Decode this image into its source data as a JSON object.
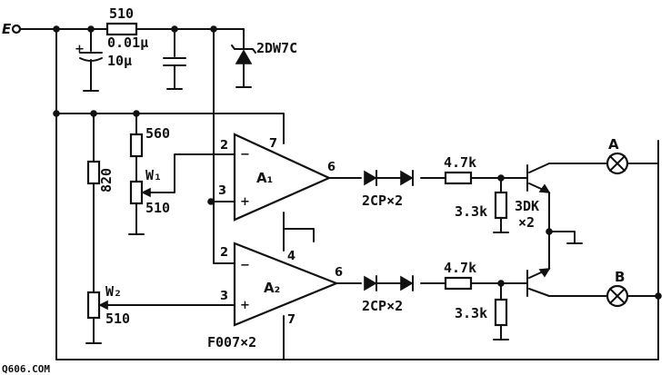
{
  "supply": {
    "symbol": "E"
  },
  "components": {
    "r_input": "510",
    "c_small": "0.01μ",
    "c_large": "10μ",
    "zener": "2DW7C",
    "r560": "560",
    "r820": "820",
    "w1": "W₁",
    "w1_value": "510",
    "w2": "W₂",
    "w2_value": "510",
    "diodes_top": "2CP×2",
    "diodes_bot": "2CP×2",
    "r_base_top": "4.7k",
    "r_base_bot": "4.7k",
    "r_shunt_top": "3.3k",
    "r_shunt_bot": "3.3k",
    "transistors": "3DK",
    "transistors_count": "×2",
    "lamp_a": "A",
    "lamp_b": "B",
    "opamp_top": "A₁",
    "opamp_bot": "A₂",
    "opamp_part": "F007×2"
  },
  "pins": {
    "a1_in_minus": "2",
    "a1_in_plus": "3",
    "a1_out": "6",
    "a1_top": "7",
    "a2_in_minus": "2",
    "a2_in_plus": "3",
    "a2_out": "6",
    "a2_top": "4",
    "a2_bottom": "7"
  },
  "watermark": "Q606.COM"
}
